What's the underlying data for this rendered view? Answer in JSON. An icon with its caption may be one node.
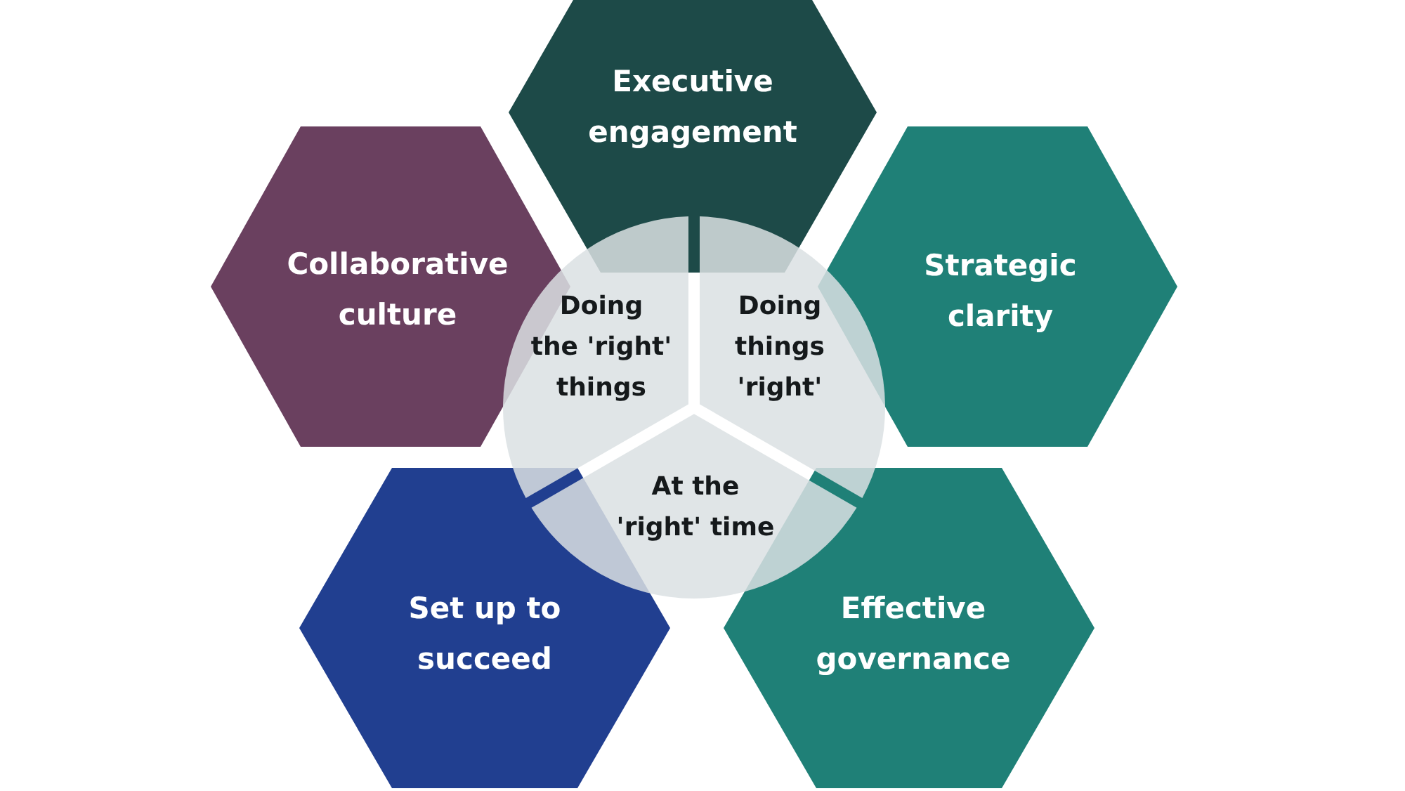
{
  "diagram": {
    "nodes": [
      {
        "text": [
          "Executive engagement"
        ]
      },
      {
        "text": [
          "Collaborative culture"
        ]
      },
      {
        "text": [
          "Strategic clarity"
        ]
      },
      {
        "text": [
          "Doing the 'right' things"
        ]
      },
      {
        "text": [
          "Doing things 'right'"
        ]
      },
      {
        "text": [
          "At the 'right' time"
        ]
      },
      {
        "text": [
          "Set up to succeed"
        ]
      },
      {
        "text": [
          "Effective governance"
        ]
      }
    ]
  }
}
